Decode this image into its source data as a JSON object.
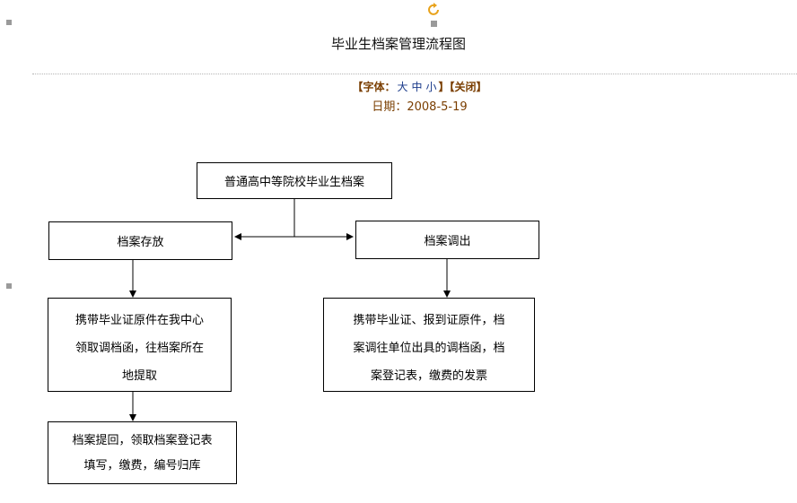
{
  "page": {
    "title": "毕业生档案管理流程图",
    "font_label_open": "【字体：",
    "font_sizes": [
      "大",
      "中",
      "小"
    ],
    "font_label_close": "】",
    "close_label": "【关闭】",
    "date_label": "日期：",
    "date_value": "2008-5-19"
  },
  "flow": {
    "root": "普通高中等院校毕业生档案",
    "left_branch": "档案存放",
    "right_branch": "档案调出",
    "left_step": [
      "携带毕业证原件在我中心",
      "领取调档函，往档案所在",
      "地提取"
    ],
    "right_step": [
      "携带毕业证、报到证原件，档",
      "案调往单位出具的调档函，档",
      "案登记表，缴费的发票"
    ],
    "left_final": [
      "档案提回，领取档案登记表",
      "填写，缴费，编号归库"
    ]
  },
  "icons": {
    "top": "refresh-icon",
    "bullets": "square-bullet-icon"
  },
  "colors": {
    "meta_text": "#7a3e00",
    "size_links": "#1a3a8a",
    "icon_accent": "#e8a21a"
  }
}
